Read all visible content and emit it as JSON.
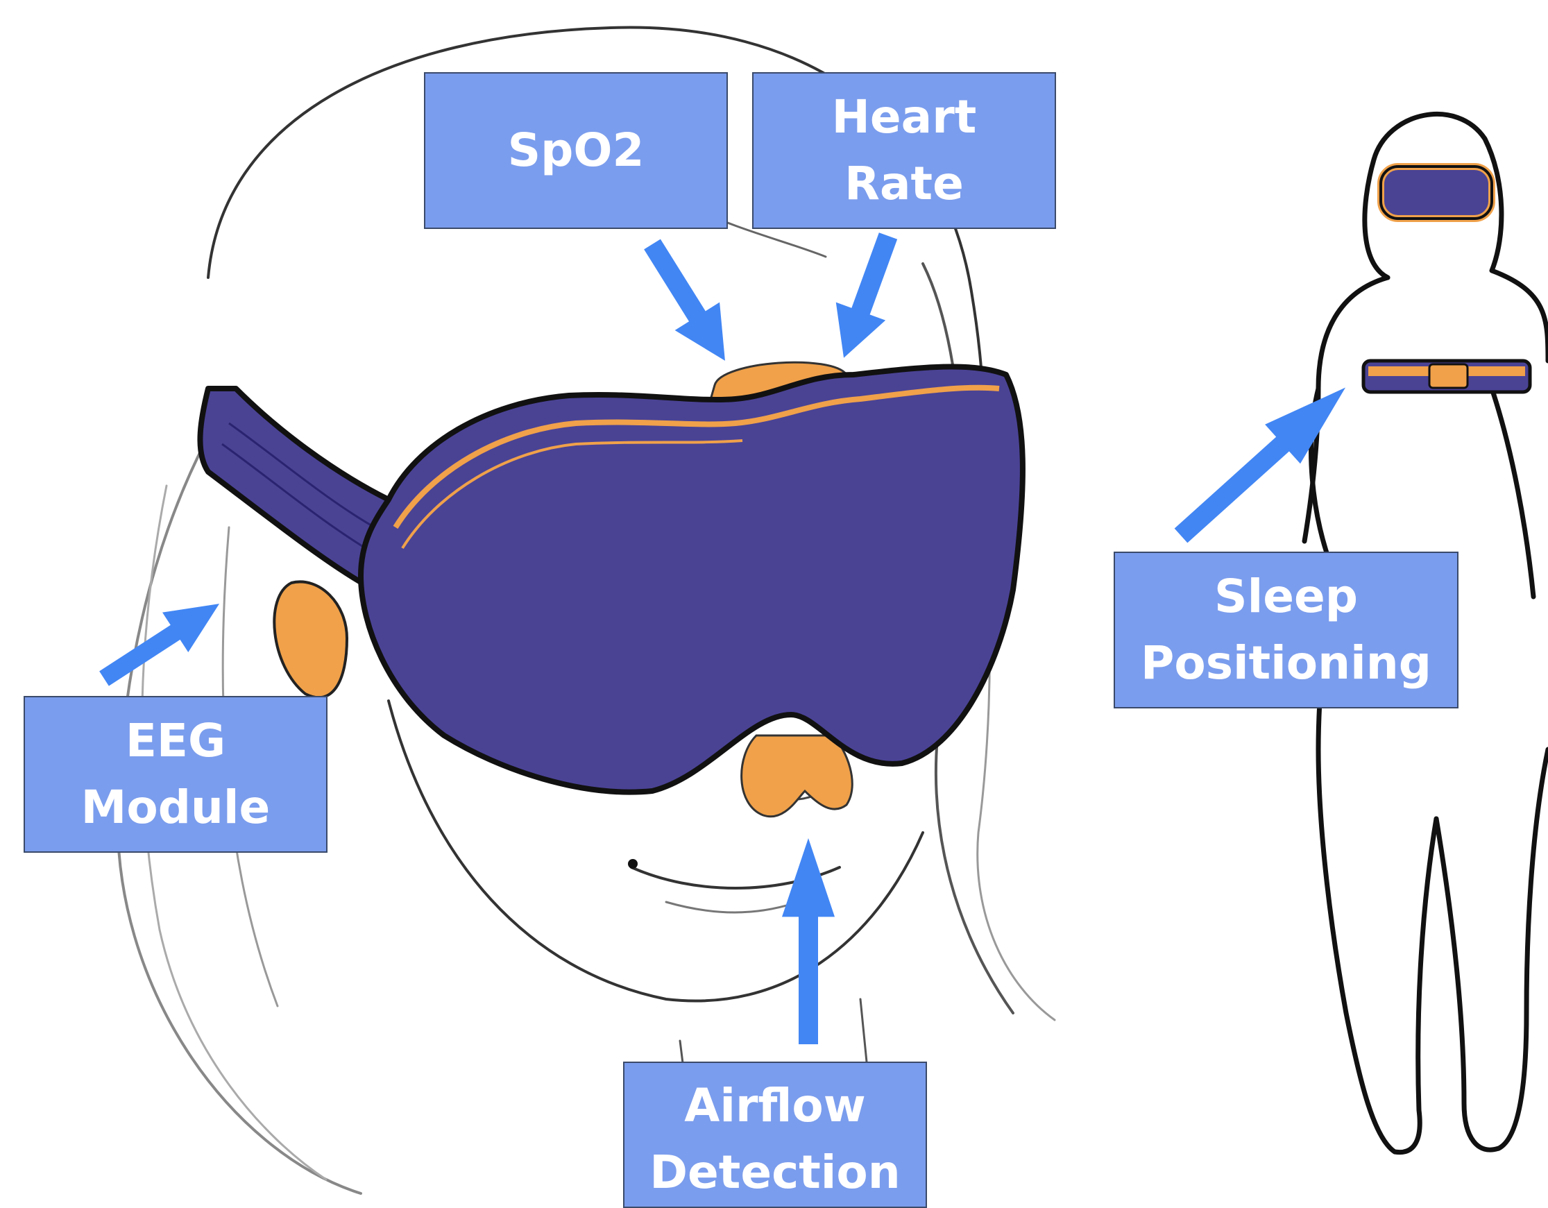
{
  "labels": {
    "spo2": [
      "SpO2"
    ],
    "heart_rate": [
      "Heart",
      "Rate"
    ],
    "eeg": [
      "EEG",
      "Module"
    ],
    "airflow": [
      "Airflow",
      "Detection"
    ],
    "sleep_positioning": [
      "Sleep",
      "Positioning"
    ]
  },
  "colors": {
    "mask": "#4a4394",
    "accent": "#f0a14a",
    "arrow": "#4286f4",
    "label_bg": "#7b9ded",
    "label_text": "#ffffff",
    "outline": "#111111"
  }
}
